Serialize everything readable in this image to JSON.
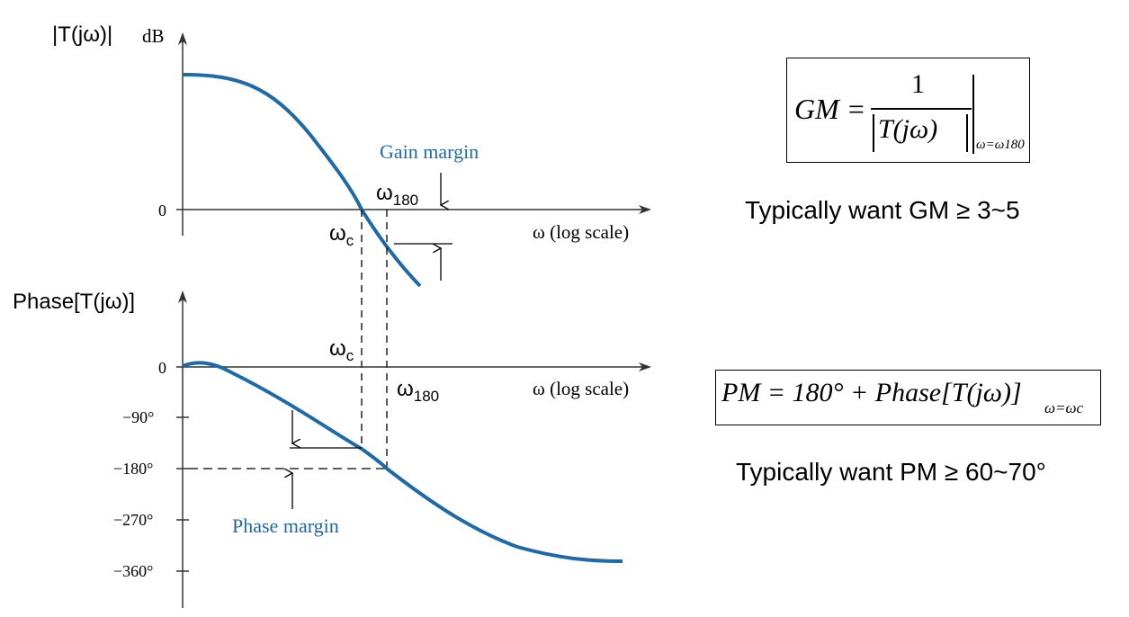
{
  "gain_plot": {
    "y_title": "|T(jω)|",
    "y_unit": "dB",
    "zero_label": "0",
    "x_label": "ω (log scale)",
    "wc_label": "ω",
    "wc_sub": "c",
    "w180_label": "ω",
    "w180_sub": "180",
    "margin_label": "Gain margin"
  },
  "phase_plot": {
    "y_title": "Phase[T(jω)]",
    "zero_label": "0",
    "x_label": "ω (log scale)",
    "wc_label": "ω",
    "wc_sub": "c",
    "w180_label": "ω",
    "w180_sub": "180",
    "ticks": [
      "−90°",
      "−180°",
      "−270°",
      "−360°"
    ],
    "margin_label": "Phase margin"
  },
  "gm_formula": {
    "lhs": "GM =",
    "numerator": "1",
    "denominator": "T(jω)",
    "eval": "ω=ω180"
  },
  "gm_note": "Typically want GM ≥ 3~5",
  "pm_formula": {
    "text": "PM = 180° + Phase[T(jω)]",
    "eval": "ω=ωc"
  },
  "pm_note": "Typically want PM ≥ 60~70°",
  "colors": {
    "curve": "#1e6aa8",
    "text": "#000000"
  }
}
